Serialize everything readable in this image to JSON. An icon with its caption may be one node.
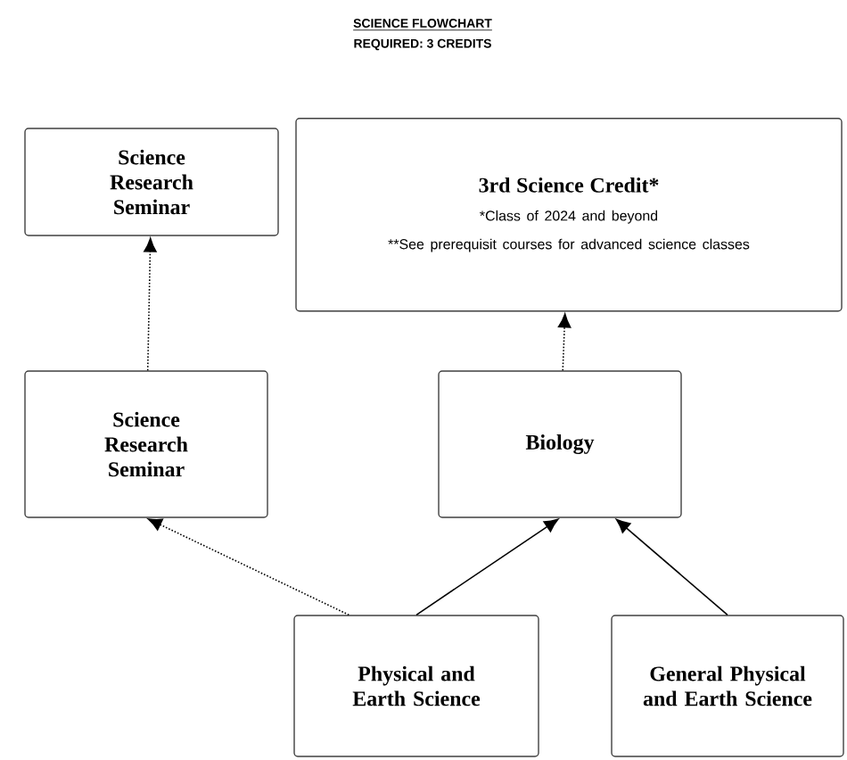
{
  "diagram": {
    "title": "SCIENCE FLOWCHART",
    "nodes": [
      {
        "text": [
          "Science Research Seminar"
        ]
      },
      {
        "text": [
          "3rd Science Credit*",
          "*Class of 2024 and beyond",
          "**See prerequisit courses for advanced science classes"
        ]
      },
      {
        "text": [
          "Science Research Seminar"
        ]
      },
      {
        "text": [
          "Biology"
        ]
      },
      {
        "text": [
          "Physical and Earth Science"
        ]
      },
      {
        "text": [
          "General Physical and Earth Science"
        ]
      }
    ],
    "edges": [
      {
        "from": 2,
        "to": 0,
        "arrow": "to",
        "style": "dashed"
      },
      {
        "from": 3,
        "to": 1,
        "arrow": "to",
        "style": "dashed"
      },
      {
        "from": 4,
        "to": 2,
        "arrow": "to",
        "style": "dashed"
      },
      {
        "from": 4,
        "to": 3,
        "arrow": "to"
      },
      {
        "from": 5,
        "to": 3,
        "arrow": "to"
      }
    ],
    "labels": [
      "REQUIRED: 3 CREDITS"
    ]
  }
}
